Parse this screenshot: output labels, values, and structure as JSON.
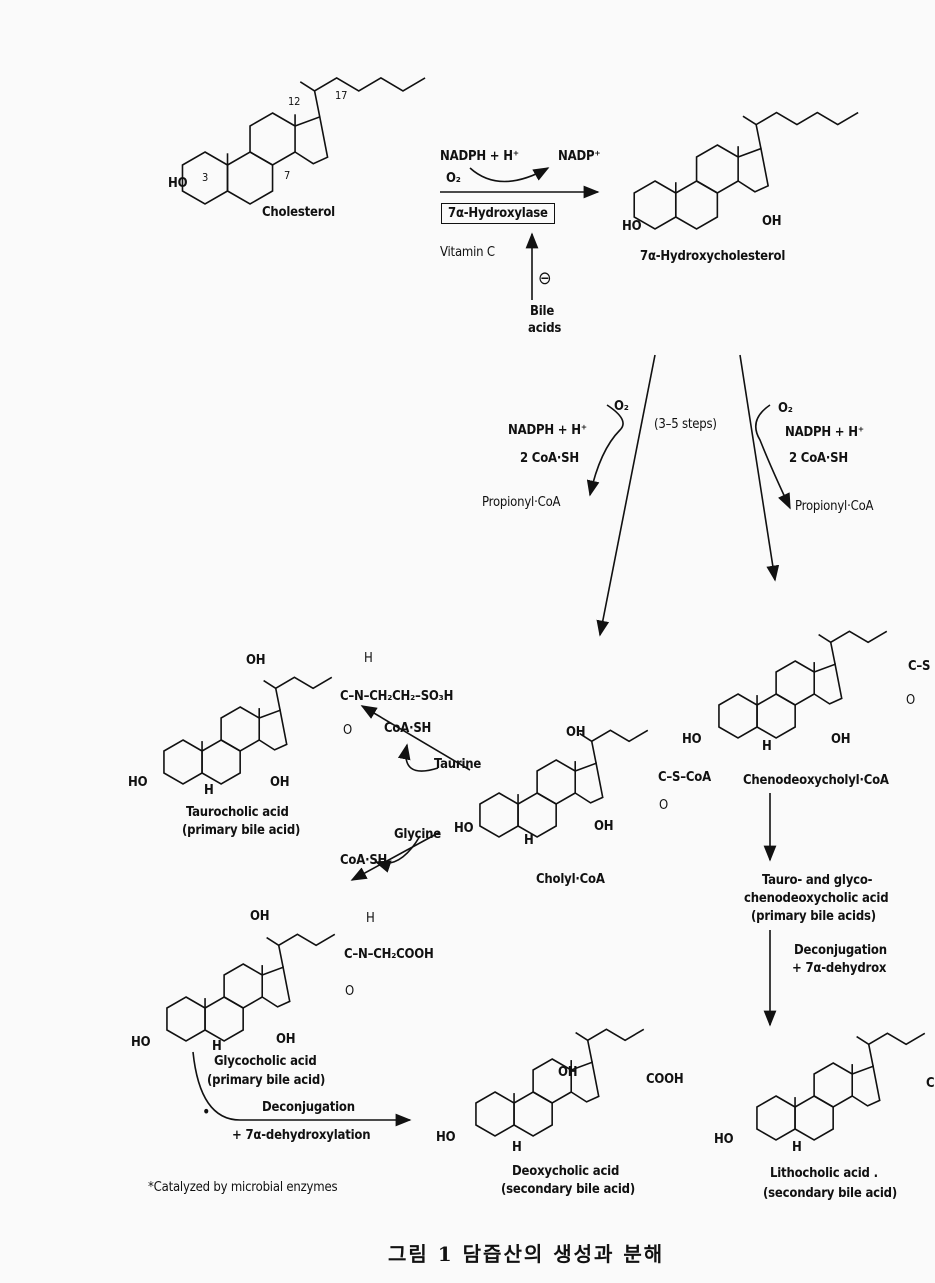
{
  "molecules": {
    "cholesterol": {
      "name": "Cholesterol",
      "ho": "HO",
      "num3": "3",
      "num7": "7",
      "num12": "12",
      "num17": "17"
    },
    "hydroxycholesterol": {
      "name": "7α-Hydroxycholesterol",
      "ho": "HO",
      "oh": "OH"
    },
    "taurocholic": {
      "name": "Taurocholic acid",
      "class": "(primary bile acid)",
      "ho": "HO",
      "oh7": "OH",
      "oh12": "OH",
      "h5": "H",
      "nh": "H",
      "chain": "C–N–CH₂CH₂–SO₃H",
      "o": "O"
    },
    "cholyl_coa": {
      "name": "Cholyl·CoA",
      "ho": "HO",
      "oh7": "OH",
      "oh12": "OH",
      "h5": "H",
      "chain": "C–S–CoA",
      "o": "O"
    },
    "chenodeoxycholyl_coa": {
      "name": "Chenodeoxycholyl·CoA",
      "ho": "HO",
      "oh7": "OH",
      "h5": "H",
      "chain": "C–S",
      "o": "O"
    },
    "tauro_glyco_cheno": {
      "line1": "Tauro- and glyco-",
      "line2": "chenodeoxycholic acid",
      "line3": "(primary bile acids)"
    },
    "glycocholic": {
      "name": "Glycocholic acid",
      "class": "(primary bile acid)",
      "ho": "HO",
      "oh7": "OH",
      "oh12": "OH",
      "h5": "H",
      "nh": "H",
      "chain": "C–N–CH₂COOH",
      "o": "O"
    },
    "deoxycholic": {
      "name": "Deoxycholic acid",
      "class": "(secondary bile acid)",
      "ho": "HO",
      "oh12": "OH",
      "h5": "H",
      "cooh": "COOH"
    },
    "lithocholic": {
      "name": "Lithocholic acid .",
      "class": "(secondary bile acid)",
      "ho": "HO",
      "h5": "H",
      "cooh": "C"
    }
  },
  "step1": {
    "nadph": "NADPH + H⁺",
    "nadp": "NADP⁺",
    "o2": "O₂",
    "enzyme": "7α-Hydroxylase",
    "vitamin_c": "Vitamin C",
    "inhibit": "⊖",
    "bile1": "Bile",
    "bile2": "acids"
  },
  "step2_left": {
    "o2": "O₂",
    "nadph": "NADPH + H⁺",
    "coa": "2 CoA·SH",
    "propionyl": "Propionyl·CoA",
    "steps": "(3–5 steps)"
  },
  "step2_right": {
    "o2": "O₂",
    "nadph": "NADPH + H⁺",
    "coa": "2 CoA·SH",
    "propionyl": "Propionyl·CoA"
  },
  "conjugation": {
    "taurine": "Taurine",
    "coa_t": "CoA·SH",
    "glycine": "Glycine",
    "coa_g": "CoA·SH"
  },
  "deconj_left": {
    "line1": "Deconjugation",
    "line2": "+ 7α-dehydroxylation",
    "star": "•"
  },
  "deconj_right": {
    "line1": "Deconjugation",
    "line2": "+ 7α-dehydrox"
  },
  "footnote": "*Catalyzed by microbial enzymes",
  "caption": "그림 1  담즙산의 생성과 분해"
}
